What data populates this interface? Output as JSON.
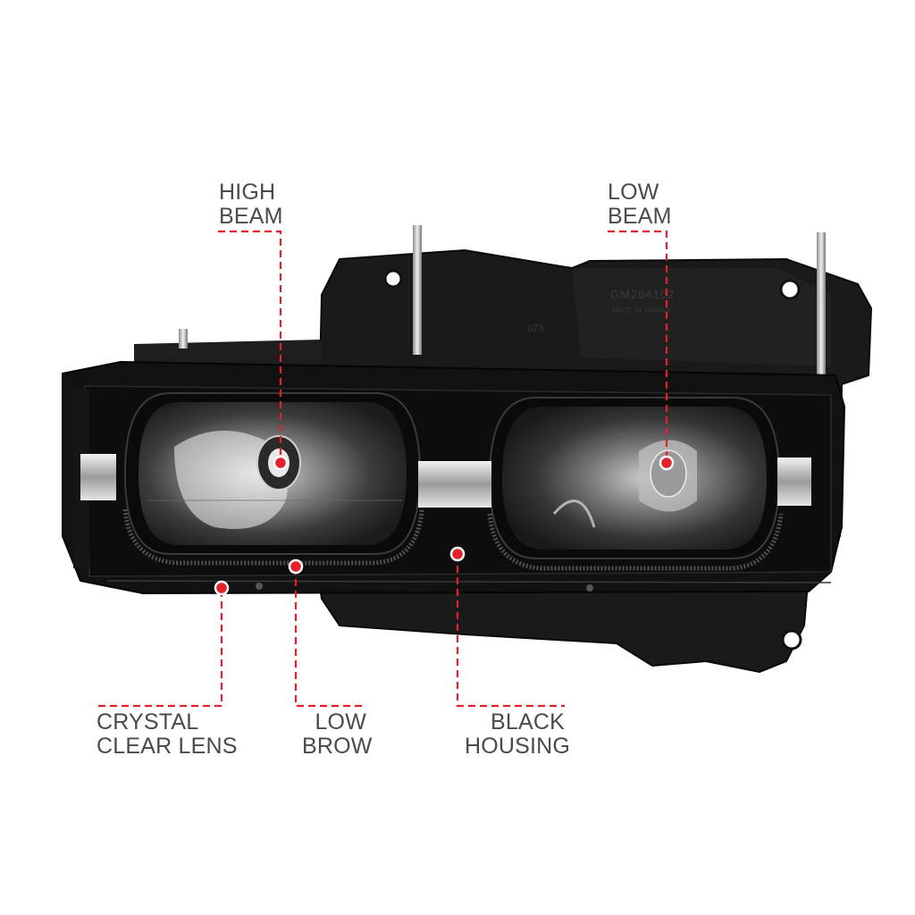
{
  "accent_color": "#e4202a",
  "housing_color": "#151515",
  "part_markings": {
    "part_number": "GM264102",
    "origin": "MADE IN TAIWAN",
    "date_code": "073"
  },
  "callouts": [
    {
      "id": "high-beam",
      "lines": [
        "HIGH",
        "BEAM"
      ]
    },
    {
      "id": "low-beam",
      "lines": [
        "LOW",
        "BEAM"
      ]
    },
    {
      "id": "crystal-clear-lens",
      "lines": [
        "CRYSTAL",
        "CLEAR LENS"
      ]
    },
    {
      "id": "low-brow",
      "lines": [
        "LOW",
        "BROW"
      ]
    },
    {
      "id": "black-housing",
      "lines": [
        "BLACK",
        "HOUSING"
      ]
    }
  ]
}
